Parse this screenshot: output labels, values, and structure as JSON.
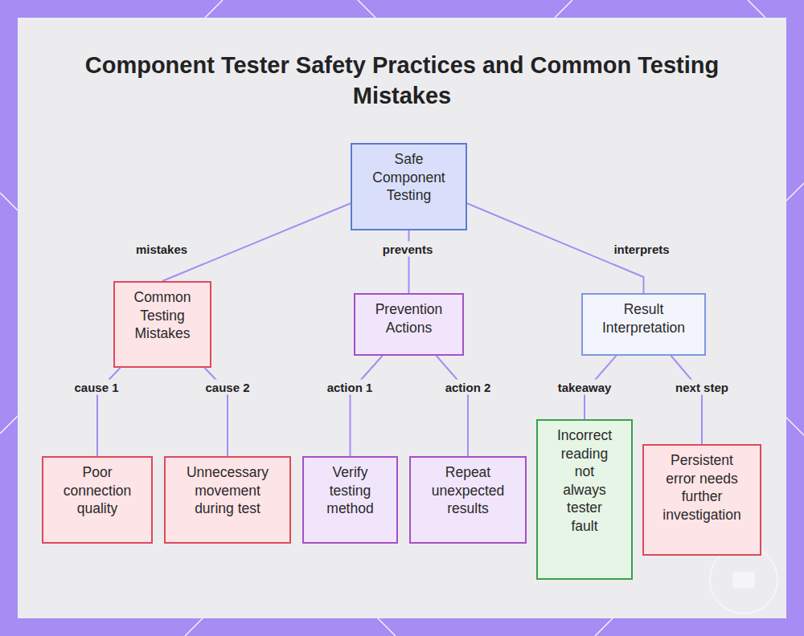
{
  "diagram": {
    "title": "Component Tester Safety Practices and Common Testing Mistakes",
    "nodes": [
      {
        "text": [
          "Safe Component Testing"
        ]
      },
      {
        "text": [
          "Common Testing Mistakes"
        ]
      },
      {
        "text": [
          "Prevention Actions"
        ]
      },
      {
        "text": [
          "Result Interpretation"
        ]
      },
      {
        "text": [
          "Poor connection quality"
        ]
      },
      {
        "text": [
          "Unnecessary movement during test"
        ]
      },
      {
        "text": [
          "Verify testing method"
        ]
      },
      {
        "text": [
          "Repeat unexpected results"
        ]
      },
      {
        "text": [
          "Incorrect reading not always tester fault"
        ]
      },
      {
        "text": [
          "Persistent error needs further investigation"
        ]
      }
    ],
    "edges": [
      {
        "from": 0,
        "to": 1,
        "label": "mistakes",
        "arrow": "none"
      },
      {
        "from": 0,
        "to": 2,
        "label": "prevents",
        "arrow": "none"
      },
      {
        "from": 0,
        "to": 3,
        "label": "interprets",
        "arrow": "none"
      },
      {
        "from": 1,
        "to": 4,
        "label": "cause 1",
        "arrow": "none"
      },
      {
        "from": 1,
        "to": 5,
        "label": "cause 2",
        "arrow": "none"
      },
      {
        "from": 2,
        "to": 6,
        "label": "action 1",
        "arrow": "none"
      },
      {
        "from": 2,
        "to": 7,
        "label": "action 2",
        "arrow": "none"
      },
      {
        "from": 3,
        "to": 8,
        "label": "takeaway",
        "arrow": "none"
      },
      {
        "from": 3,
        "to": 9,
        "label": "next step",
        "arrow": "none"
      }
    ]
  }
}
